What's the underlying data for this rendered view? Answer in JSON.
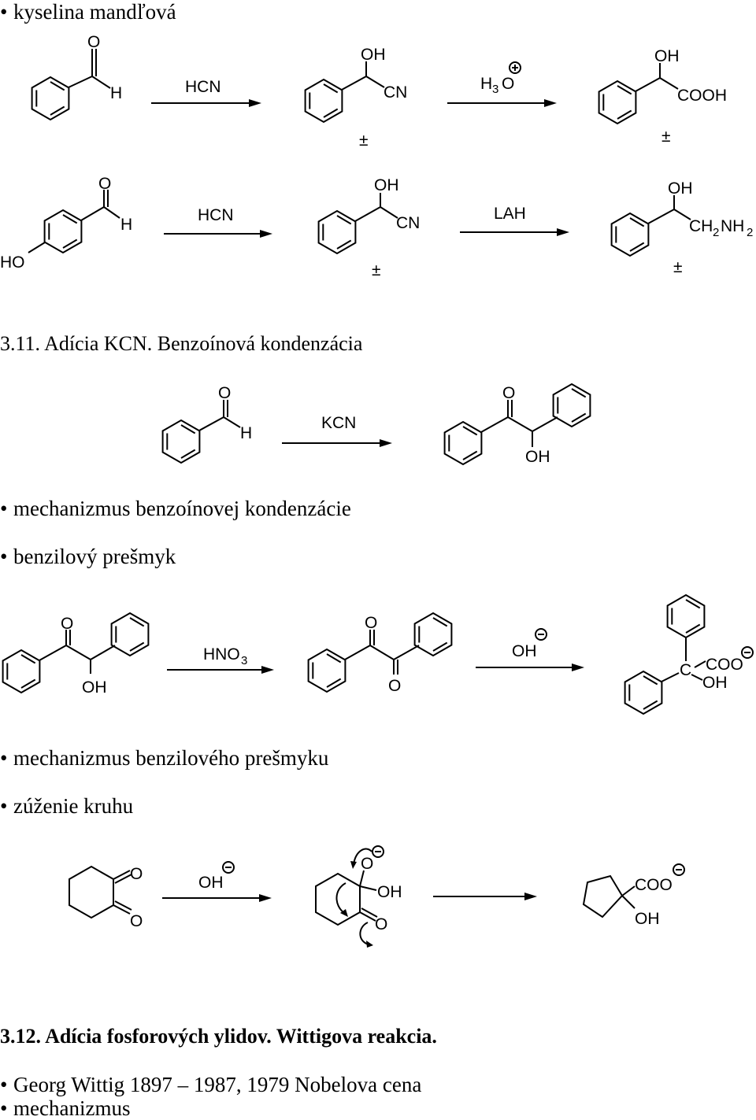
{
  "text": {
    "bullet_mandelic": "kyselina mandľová",
    "heading_311": "3.11. Adícia KCN. Benzoínová kondenzácia",
    "bullet_mech_benzoin": "mechanizmus benzoínovej kondenzácie",
    "bullet_benzil": "benzilový prešmyk",
    "bullet_mech_benzil": "mechanizmus benzilového prešmyku",
    "bullet_ring": "zúženie kruhu",
    "heading_312": "3.12. Adícia fosforových ylidov. Wittigova reakcia.",
    "bullet_wittig": "Georg Wittig 1897 – 1987, 1979 Nobelova cena",
    "bullet_mech_last": "mechanizmus"
  },
  "labels": {
    "O": "O",
    "H": "H",
    "OH": "OH",
    "HO": "HO",
    "HCN": "HCN",
    "CN": "CN",
    "COOH": "COOH",
    "H3O_H": "H",
    "H3O_sub": "3",
    "H3O_O": "O",
    "LAH": "LAH",
    "CH2NH2_CH": "CH",
    "CH2NH2_sub1": "2",
    "CH2NH2_NH": "NH",
    "CH2NH2_sub2": "2",
    "pm": "±",
    "KCN": "KCN",
    "HNO3_main": "HNO",
    "HNO3_sub": "3",
    "C": "C",
    "COO": "COO"
  }
}
